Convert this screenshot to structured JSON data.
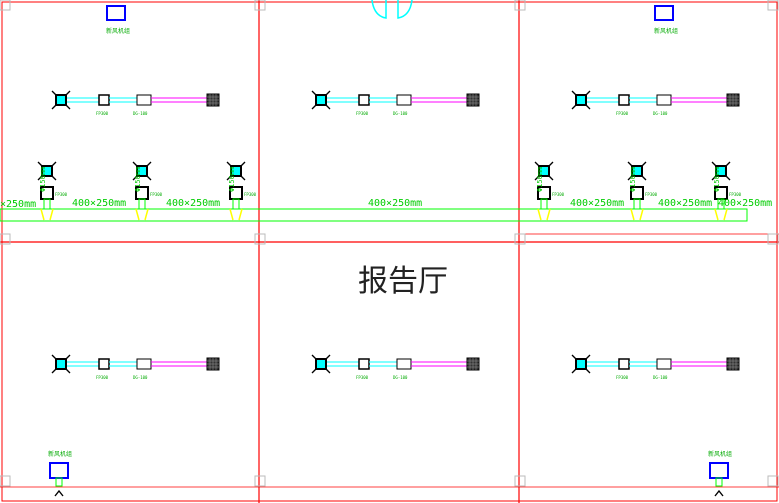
{
  "room_label": "报告厅",
  "colors": {
    "background": "#ffffff",
    "grid_red": "#ff0000",
    "duct_green": "#00ff00",
    "pipe_cyan": "#00ffff",
    "pipe_magenta": "#ff00ff",
    "equipment_blue": "#0000ff",
    "symbol_black": "#000000",
    "column_gray": "#bbbbbb",
    "flex_yellow": "#ffff00"
  },
  "duct_labels": [
    "×250mm",
    "400×250mm",
    "400×250mm",
    "400×250mm",
    "400×250mm",
    "400×250mm",
    "400×250mm"
  ],
  "unit_labels": {
    "fan_unit": "新风机组",
    "damper": "FP300",
    "valve": "DG-100",
    "branch_damper": "FP300",
    "branch_size": "Φ150mm"
  }
}
